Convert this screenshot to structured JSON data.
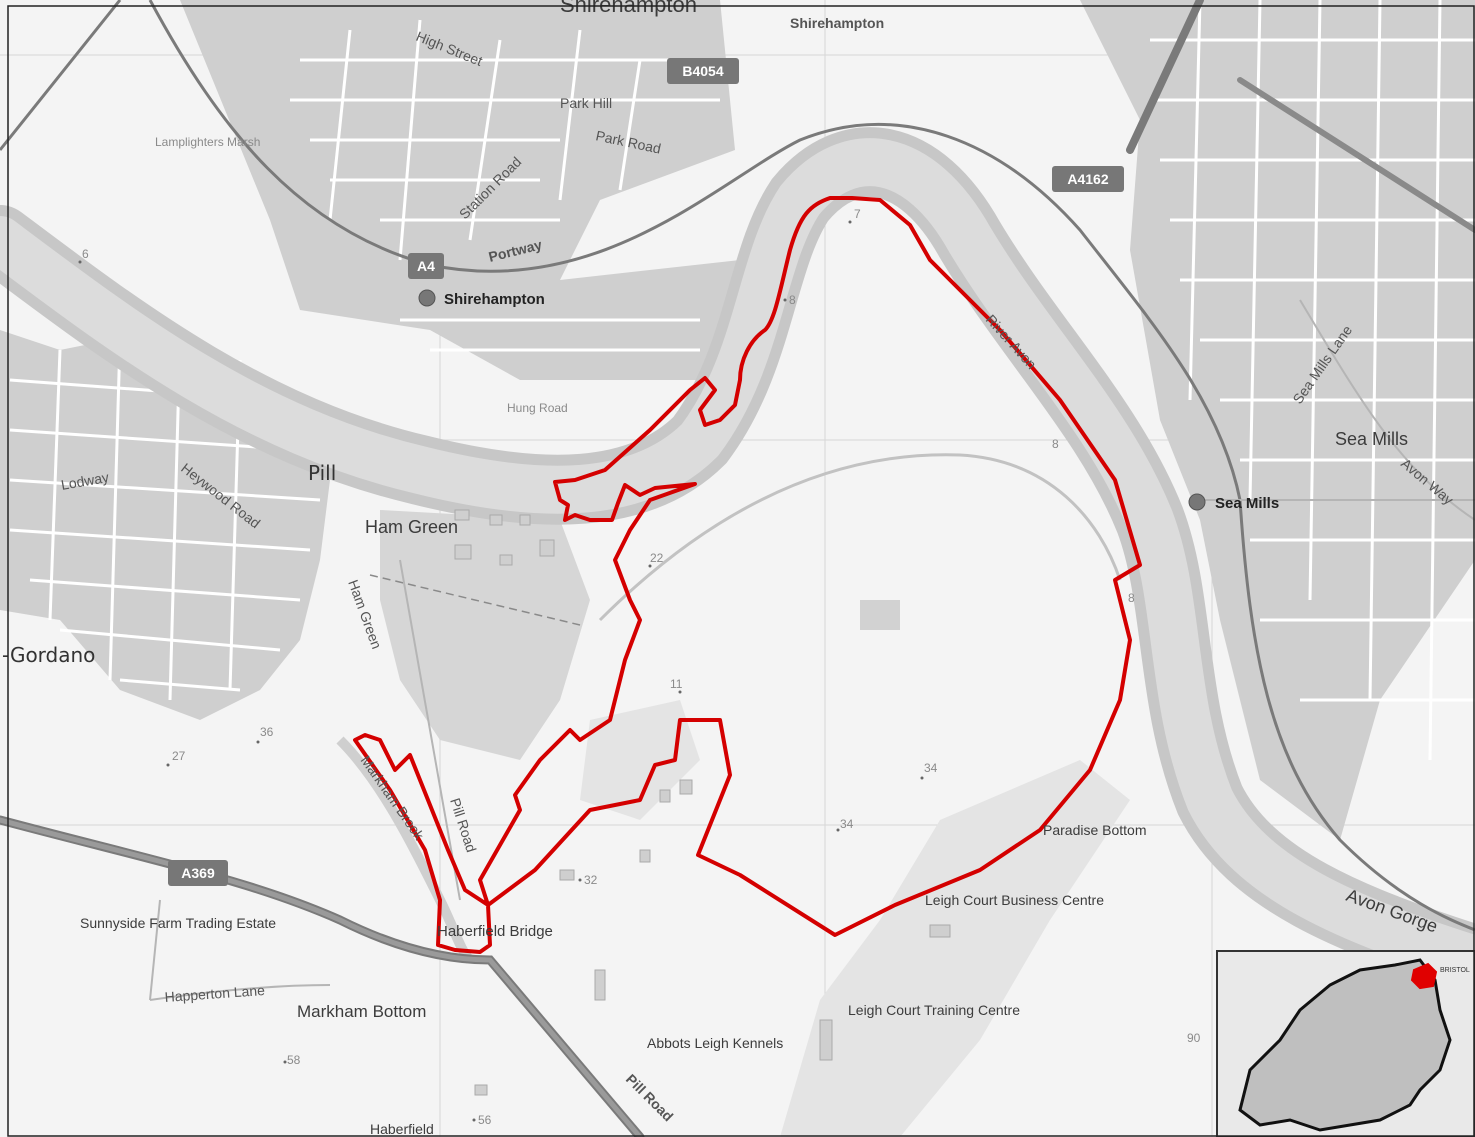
{
  "map": {
    "colors": {
      "background": "#f4f4f4",
      "water": "#dcdcdc",
      "riverbank": "#c7c7c7",
      "road_major": "#666666",
      "road_minor": "#ffffff",
      "road_casing": "#bdbdbd",
      "boundary": "#d40000",
      "inset_land": "#bfbfbf"
    },
    "labels": {
      "shirehampton_top": "Shirehampton",
      "shirehampton_river": "Shirehampton",
      "shirehampton_station": "Shirehampton",
      "high_street": "High Street",
      "park_hill": "Park Hill",
      "park_road": "Park Road",
      "station_road": "Station Road",
      "portway": "Portway",
      "lamplighters_marsh": "Lamplighters Marsh",
      "hung_road": "Hung Road",
      "pill": "Pill",
      "ham_green": "Ham Green",
      "ham_green_road": "Ham Green",
      "lodway": "Lodway",
      "heywood_road": "Heywood Road",
      "gordano": "-Gordano",
      "river_avon": "River Avon",
      "sea_mills_place": "Sea Mills",
      "sea_mills_station": "Sea Mills",
      "sea_mills_lane": "Sea Mills Lane",
      "avon_way": "Avon Way",
      "paradise_bottom": "Paradise Bottom",
      "leigh_court_business": "Leigh Court Business Centre",
      "leigh_court_training": "Leigh Court Training Centre",
      "avon_gorge": "Avon Gorge",
      "markham_brook": "Markham Brook",
      "pill_road_north": "Pill Road",
      "pill_road_south": "Pill Road",
      "haberfield_bridge": "Haberfield Bridge",
      "sunnyside": "Sunnyside Farm Trading Estate",
      "happerton_lane": "Happerton Lane",
      "markham_bottom": "Markham Bottom",
      "abbots_leigh": "Abbots Leigh Kennels",
      "haberfield_bottom": "Haberfield"
    },
    "road_shields": {
      "b4054": "B4054",
      "a4162": "A4162",
      "a4": "A4",
      "a369": "A369"
    },
    "spot_heights": {
      "h7": "7",
      "h8a": "8",
      "h8b": "8",
      "h8c": "8",
      "h6": "6",
      "h22": "22",
      "h11": "11",
      "h36": "36",
      "h27": "27",
      "h34a": "34",
      "h34b": "34",
      "h32": "32",
      "h58": "58",
      "h56": "56",
      "h90": "90"
    },
    "inset": {
      "label": "BRISTOL"
    }
  }
}
